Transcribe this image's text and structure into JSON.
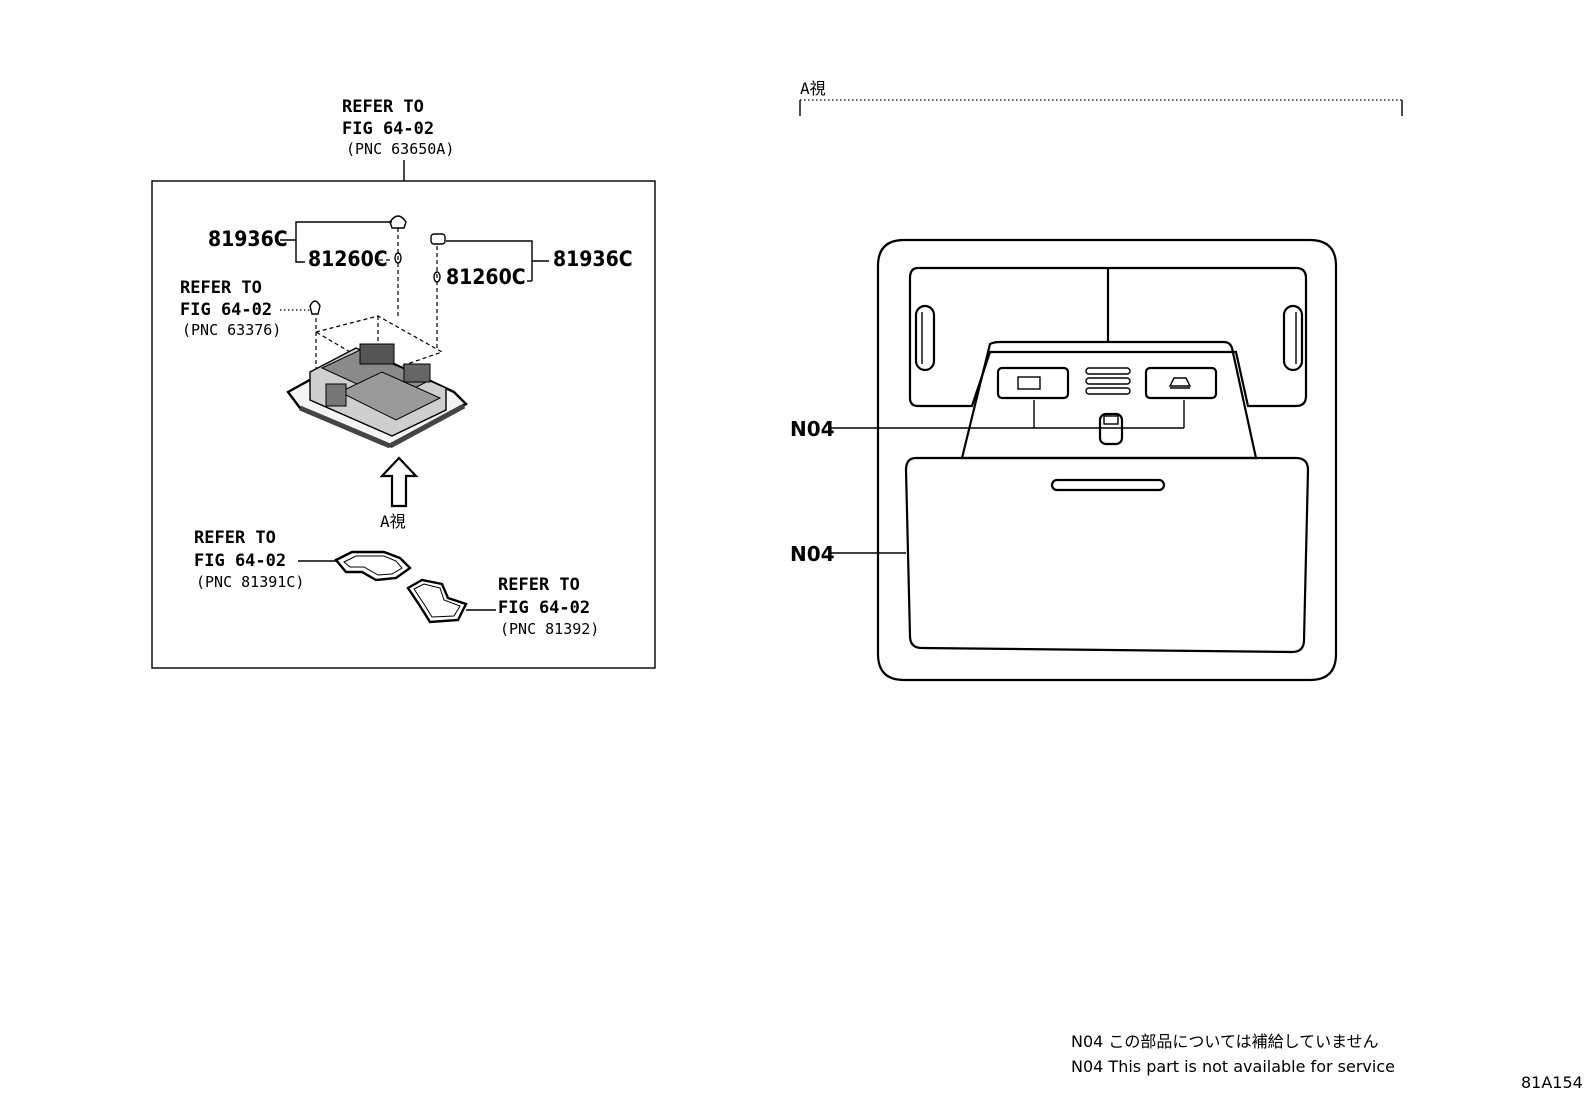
{
  "left_panel": {
    "refer_top": {
      "line1": "REFER TO",
      "line2": "FIG 64-02",
      "line3": "(PNC 63650A)"
    },
    "refer_left": {
      "line1": "REFER TO",
      "line2": "FIG 64-02",
      "line3": "(PNC 63376)"
    },
    "refer_pad1": {
      "line1": "REFER TO",
      "line2": "FIG 64-02",
      "line3": "(PNC 81391C)"
    },
    "refer_pad2": {
      "line1": "REFER TO",
      "line2": "FIG 64-02",
      "line3": "(PNC 81392)"
    },
    "part_left_lens": "81936C",
    "part_left_bulb": "81260C",
    "part_right_lens": "81936C",
    "part_right_bulb": "81260C",
    "view_arrow_label": "A視"
  },
  "right_panel": {
    "view_title": "A視",
    "callout_upper": "N04",
    "callout_lower": "N04"
  },
  "notes": {
    "line_jp": "N04 この部品については補給していません",
    "line_en": "N04 This part is not available for service"
  },
  "figure_id": "81A154"
}
